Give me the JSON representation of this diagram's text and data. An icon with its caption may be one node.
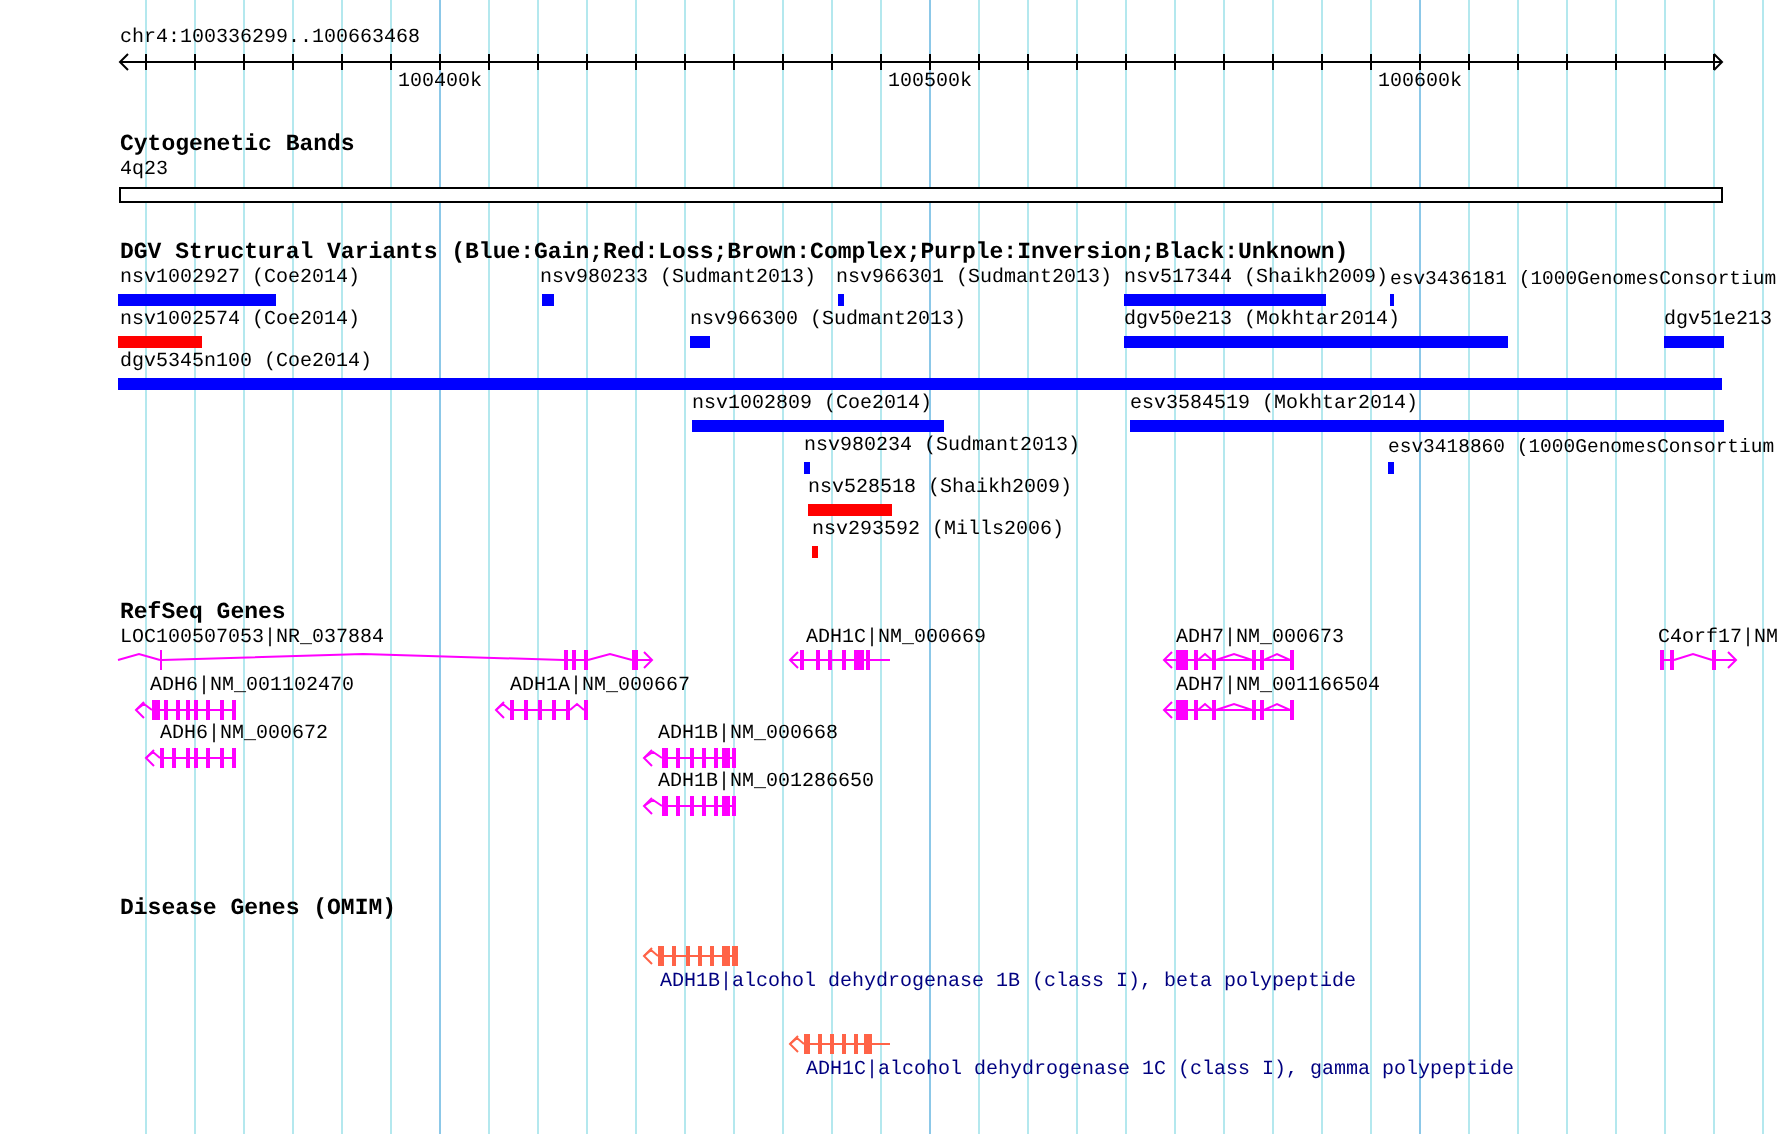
{
  "diagram": {
    "labels": [
      "chr4:100336299..100663468",
      "100400k",
      "100500k",
      "100600k",
      "Cytogenetic Bands",
      "4q23",
      "DGV Structural Variants (Blue:Gain;Red:Loss;Brown:Complex;Purple:Inversion;Black:Unknown)",
      "nsv1002927 (Coe2014)",
      "nsv980233 (Sudmant2013)",
      "nsv966301 (Sudmant2013)",
      "nsv517344 (Shaikh2009)",
      "esv3436181 (1000GenomesConsortium",
      "nsv1002574 (Coe2014)",
      "nsv966300 (Sudmant2013)",
      "dgv50e213 (Mokhtar2014)",
      "dgv51e213",
      "dgv5345n100 (Coe2014)",
      "nsv1002809 (Coe2014)",
      "esv3584519 (Mokhtar2014)",
      "nsv980234 (Sudmant2013)",
      "esv3418860 (1000GenomesConsortium",
      "nsv528518 (Shaikh2009)",
      "nsv293592 (Mills2006)",
      "RefSeq Genes",
      "LOC100507053|NR_037884",
      "ADH1C|NM_000669",
      "ADH7|NM_000673",
      "C4orf17|NM",
      "ADH6|NM_001102470",
      "ADH1A|NM_000667",
      "ADH7|NM_001166504",
      "ADH6|NM_000672",
      "ADH1B|NM_000668",
      "ADH1B|NM_001286650",
      "Disease Genes (OMIM)",
      "ADH1B|alcohol dehydrogenase 1B (class I), beta polypeptide",
      "ADH1C|alcohol dehydrogenase 1C (class I), gamma polypeptide"
    ]
  }
}
